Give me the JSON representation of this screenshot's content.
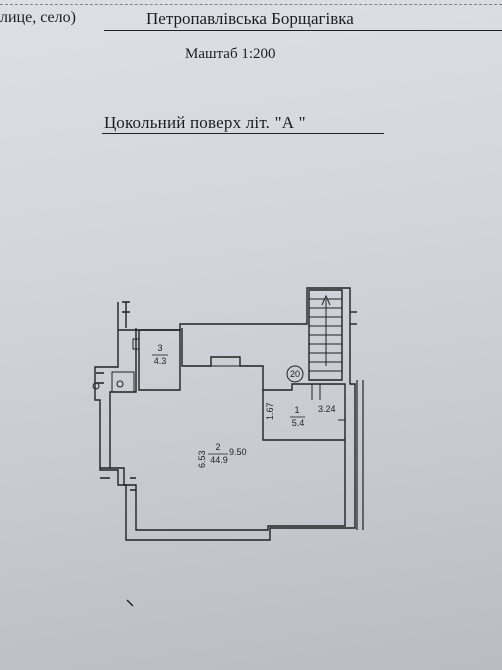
{
  "header": {
    "address_prefix": "лице, село)",
    "address_value": "Петропавлівська Борщагівка",
    "scale": "Маштаб 1:200"
  },
  "floor": {
    "title": "Цокольний поверх   літ.  \"А \""
  },
  "plan": {
    "marker": "20",
    "rooms": [
      {
        "number": "3",
        "area": "4.3"
      },
      {
        "number": "2",
        "area": "44.9"
      },
      {
        "number": "1",
        "area": "5.4"
      }
    ],
    "dimensions": [
      "6.53",
      "9.50",
      "1.67",
      "3.24"
    ]
  }
}
